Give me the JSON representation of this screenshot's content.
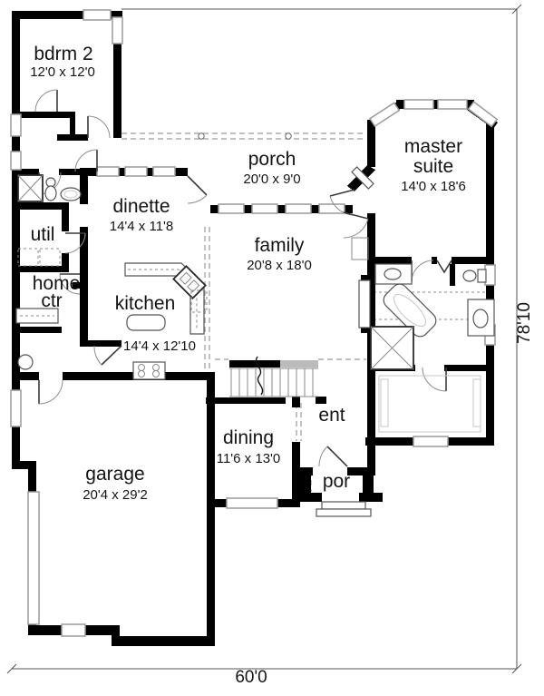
{
  "rooms": {
    "bdrm2": {
      "label": "bdrm 2",
      "dims": "12'0 x 12'0"
    },
    "porch": {
      "label": "porch",
      "dims": "20'0 x 9'0"
    },
    "master": {
      "label_line1": "master",
      "label_line2": "suite",
      "dims": "14'0 x 18'6"
    },
    "dinette": {
      "label": "dinette",
      "dims": "14'4 x 11'8"
    },
    "family": {
      "label": "family",
      "dims": "20'8 x 18'0"
    },
    "util": {
      "label": "util"
    },
    "home_ctr": {
      "label_line1": "home",
      "label_line2": "ctr"
    },
    "kitchen": {
      "label": "kitchen",
      "dims": "14'4 x 12'10"
    },
    "dining": {
      "label": "dining",
      "dims": "11'6 x 13'0"
    },
    "ent": {
      "label": "ent"
    },
    "por": {
      "label": "por"
    },
    "garage": {
      "label": "garage",
      "dims": "20'4 x 29'2"
    }
  },
  "overall_dimensions": {
    "width_label": "60'0",
    "depth_label": "78'10"
  },
  "colors": {
    "wall": "#000000",
    "background": "#ffffff",
    "window_stroke": "#9a9a9a",
    "text": "#141414"
  }
}
